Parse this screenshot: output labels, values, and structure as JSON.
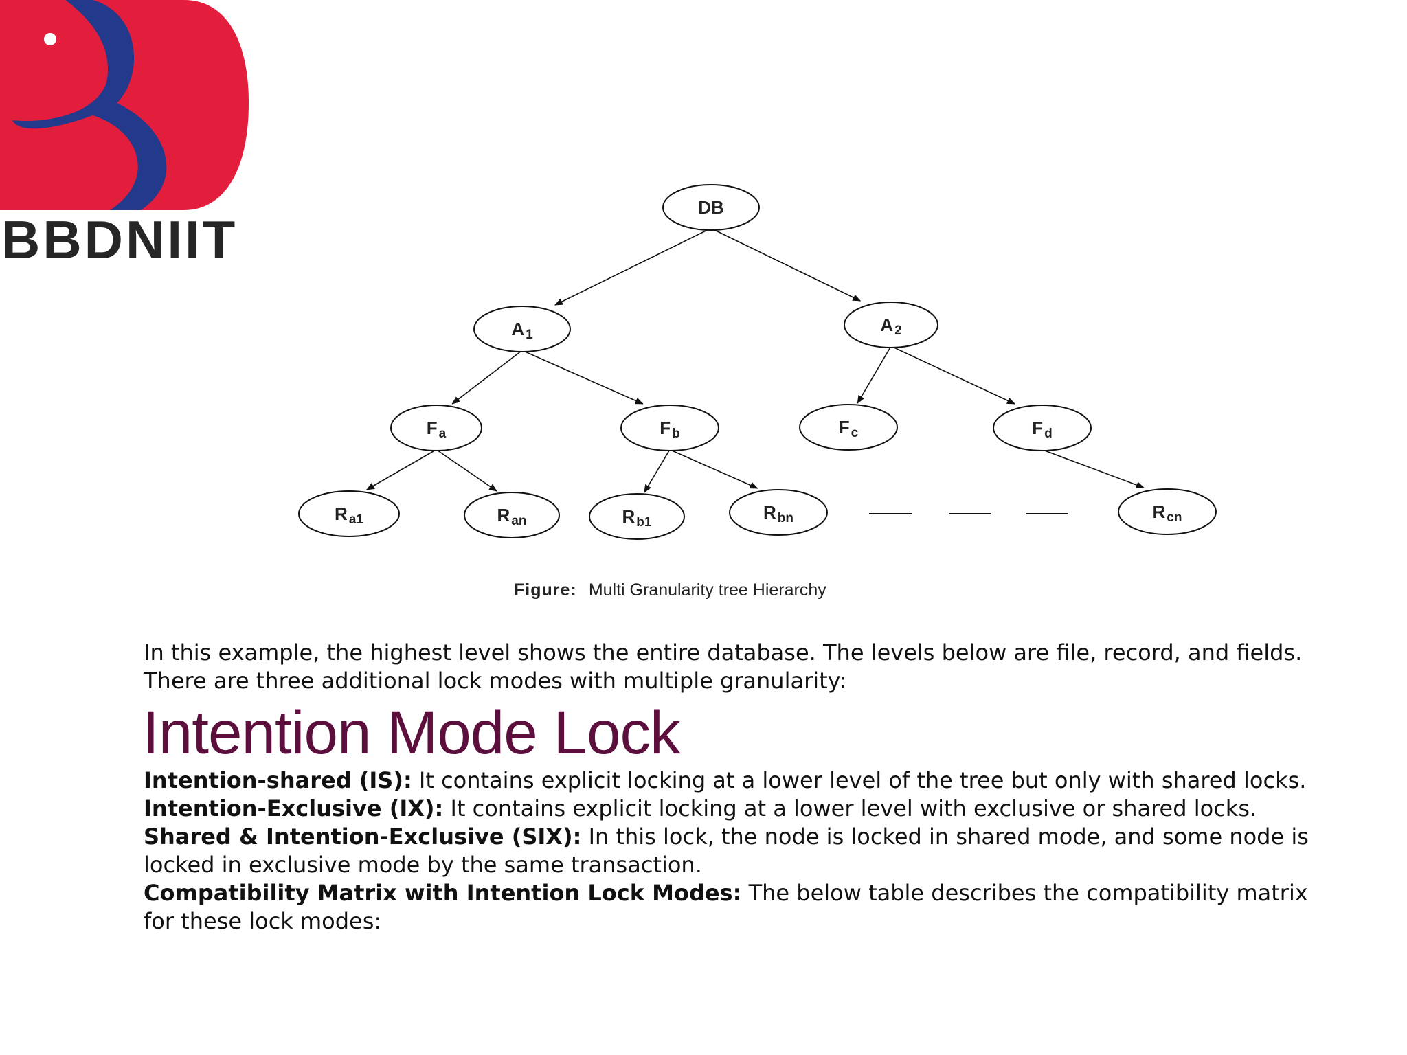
{
  "logo": {
    "text": "BBDNIIT",
    "colors": {
      "red": "#e31e3c",
      "navy": "#233a8c",
      "text": "#262626"
    }
  },
  "figure": {
    "caption_bold": "Figure:",
    "caption_text": "Multi Granularity tree  Hierarchy",
    "nodes": [
      {
        "id": "db",
        "main": "DB",
        "sub": ""
      },
      {
        "id": "a1",
        "main": "A",
        "sub": "1"
      },
      {
        "id": "a2",
        "main": "A",
        "sub": "2"
      },
      {
        "id": "fa",
        "main": "F",
        "sub": "a"
      },
      {
        "id": "fb",
        "main": "F",
        "sub": "b"
      },
      {
        "id": "fc",
        "main": "F",
        "sub": "c"
      },
      {
        "id": "fd",
        "main": "F",
        "sub": "d"
      },
      {
        "id": "ra1",
        "main": "R",
        "sub": "a1"
      },
      {
        "id": "ran",
        "main": "R",
        "sub": "an"
      },
      {
        "id": "rb1",
        "main": "R",
        "sub": "b1"
      },
      {
        "id": "rbn",
        "main": "R",
        "sub": "bn"
      },
      {
        "id": "rcn",
        "main": "R",
        "sub": "cn"
      }
    ],
    "edges": [
      [
        "db",
        "a1"
      ],
      [
        "db",
        "a2"
      ],
      [
        "a1",
        "fa"
      ],
      [
        "a1",
        "fb"
      ],
      [
        "a2",
        "fc"
      ],
      [
        "a2",
        "fd"
      ],
      [
        "fa",
        "ra1"
      ],
      [
        "fa",
        "ran"
      ],
      [
        "fb",
        "rb1"
      ],
      [
        "fb",
        "rbn"
      ],
      [
        "fd",
        "rcn"
      ]
    ]
  },
  "intro": {
    "line1": "In this example, the highest level shows the entire database. The levels below are file, record, and fields.",
    "line2": "There are three additional lock modes with multiple granularity:"
  },
  "heading": "Intention Mode Lock",
  "definitions": [
    {
      "term": "Intention-shared (IS):",
      "text": " It contains explicit locking at a lower level of the tree but only with shared locks."
    },
    {
      "term": "Intention-Exclusive (IX):",
      "text": " It contains explicit locking at a lower level with exclusive or shared locks."
    },
    {
      "term": "Shared & Intention-Exclusive (SIX):",
      "text": " In this lock, the node is locked in shared mode, and some node is locked in exclusive mode by the same transaction."
    },
    {
      "term": "Compatibility Matrix with Intention Lock Modes:",
      "text": " The below table describes the compatibility matrix for these lock modes:"
    }
  ]
}
